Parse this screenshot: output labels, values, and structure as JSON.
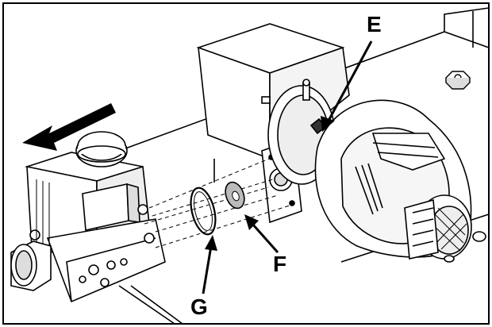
{
  "callouts": {
    "e": "E",
    "f": "F",
    "g": "G"
  },
  "colors": {
    "line": "#000000",
    "part_fill": "#ffffff",
    "shade": "#d9d9d9",
    "dark_shade": "#9a9a9a",
    "frame": "#000000"
  },
  "parts": {
    "gas_valve_icon": "gas-valve-icon",
    "fan_blower_icon": "fan-blower-icon",
    "mixer_housing_icon": "venturi-housing-icon",
    "o_ring_icon": "o-ring-icon",
    "washer_icon": "washer-icon",
    "direction_arrow_icon": "arrow-left-icon"
  }
}
